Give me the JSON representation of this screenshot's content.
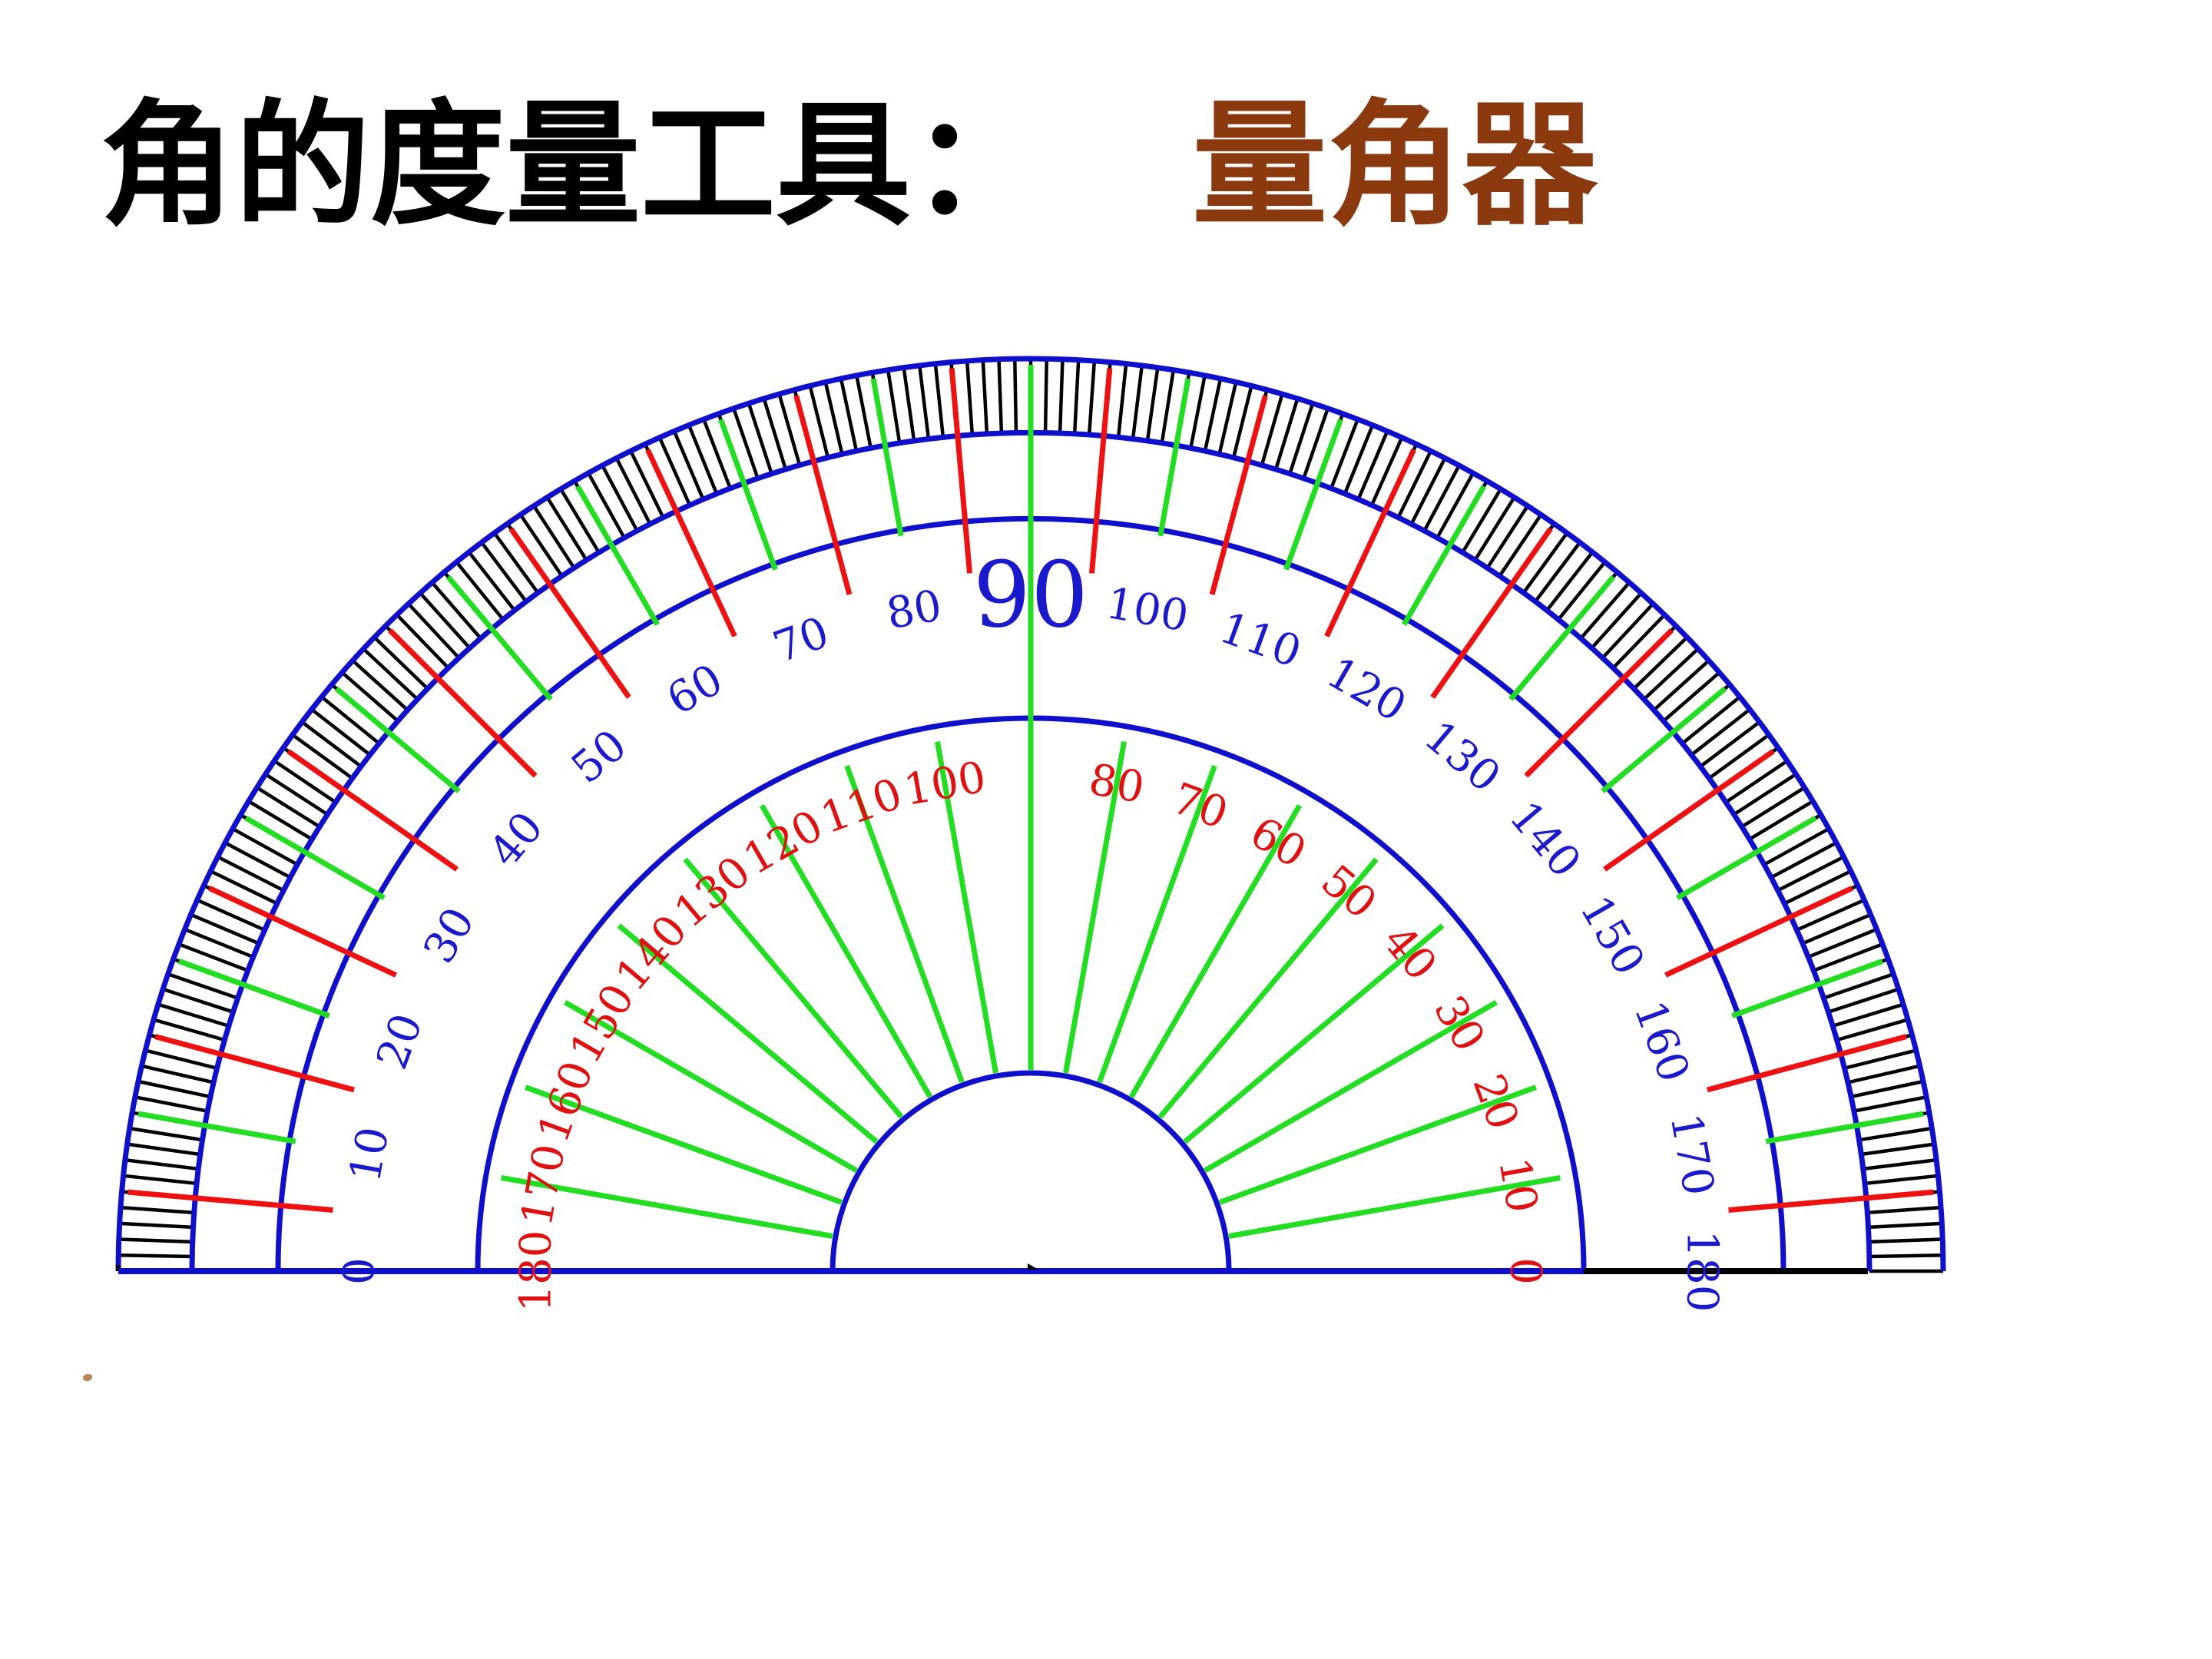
{
  "title": {
    "main": "角的度量工具：",
    "accent": "量角器"
  },
  "colors": {
    "title_main": "#000000",
    "title_accent": "#8b3a0f",
    "outer_scale_numbers": "#1a1acc",
    "inner_scale_numbers": "#e01010",
    "ten_degree_lines": "#22dd22",
    "five_degree_ticks": "#ee1111",
    "arcs": "#1010cc",
    "fine_ticks": "#000000"
  },
  "protractor": {
    "range": [
      0,
      180
    ],
    "step": 10,
    "outer_scale_labels": [
      "0",
      "10",
      "20",
      "30",
      "40",
      "50",
      "60",
      "70",
      "80",
      "90",
      "100",
      "110",
      "120",
      "130",
      "140",
      "150",
      "160",
      "170",
      "180"
    ],
    "inner_scale_labels": [
      "180",
      "170",
      "160",
      "150",
      "140",
      "130",
      "120",
      "110",
      "100",
      "80",
      "70",
      "60",
      "50",
      "40",
      "30",
      "20",
      "10",
      "0"
    ],
    "emphasized_label": "90"
  }
}
